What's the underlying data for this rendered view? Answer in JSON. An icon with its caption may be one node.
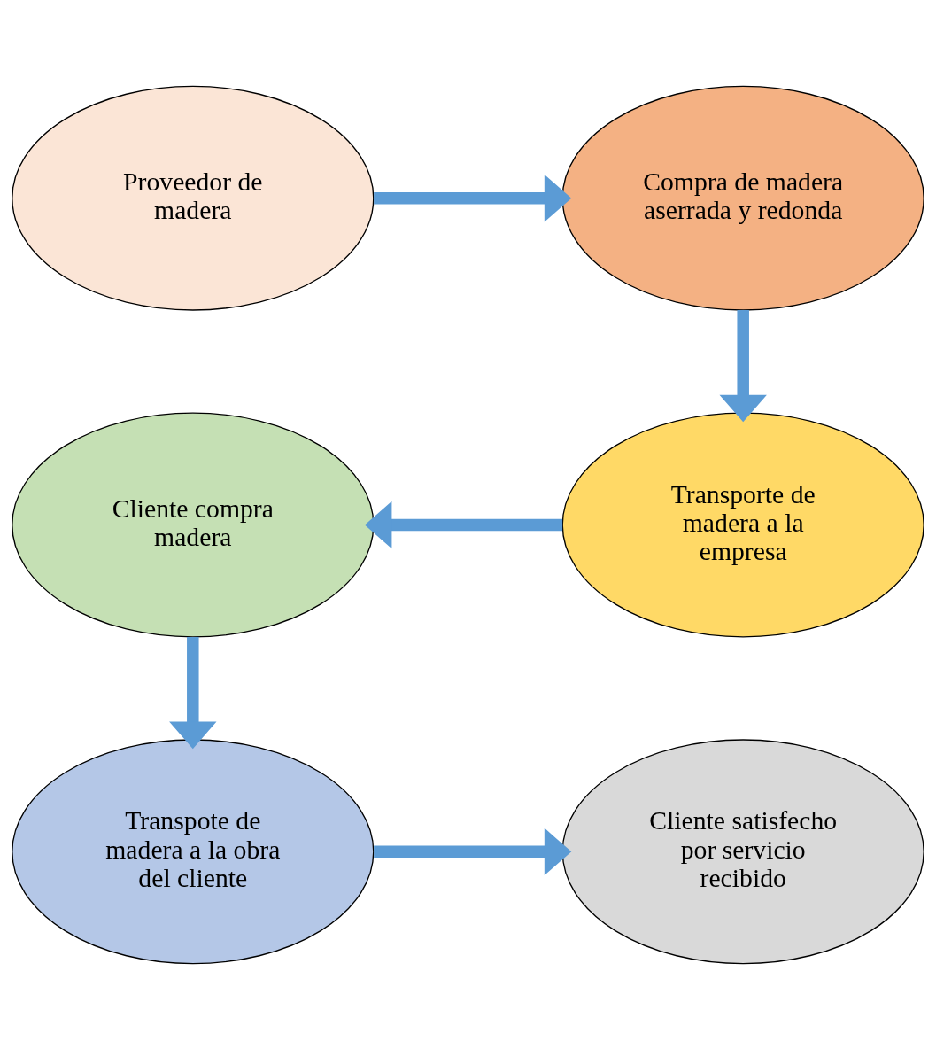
{
  "diagram": {
    "nodes": [
      {
        "text": [
          "Proveedor de madera"
        ]
      },
      {
        "text": [
          "Compra de madera aserrada y redonda"
        ]
      },
      {
        "text": [
          "Transporte de madera a la empresa"
        ]
      },
      {
        "text": [
          "Cliente compra madera"
        ]
      },
      {
        "text": [
          "Transpote de madera a la obra del cliente"
        ]
      },
      {
        "text": [
          "Cliente satisfecho por servicio recibido"
        ]
      }
    ],
    "edges": [
      {
        "from": 0,
        "to": 1,
        "arrow": "to"
      },
      {
        "from": 1,
        "to": 2,
        "arrow": "to"
      },
      {
        "from": 2,
        "to": 3,
        "arrow": "to"
      },
      {
        "from": 3,
        "to": 4,
        "arrow": "to"
      },
      {
        "from": 4,
        "to": 5,
        "arrow": "to"
      }
    ]
  }
}
